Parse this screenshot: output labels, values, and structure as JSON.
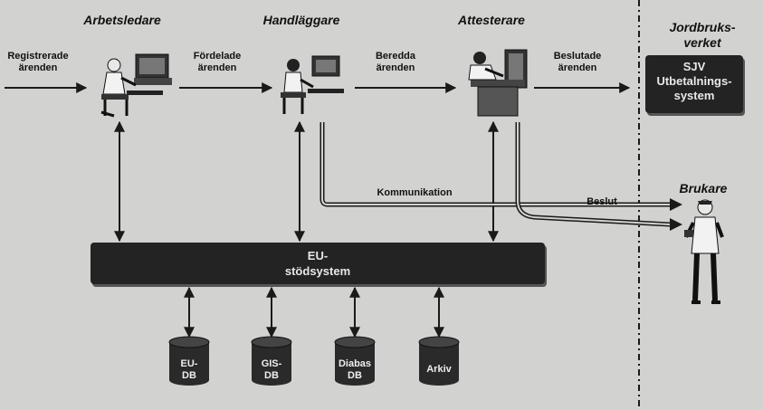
{
  "roles": {
    "arbetsledare": "Arbetsledare",
    "handlaggare": "Handläggare",
    "attesterare": "Attesterare",
    "jordbruksverket": [
      "Jordbruks-",
      "verket"
    ],
    "brukare": "Brukare"
  },
  "flows": {
    "registrerade": [
      "Registrerade",
      "ärenden"
    ],
    "fordelade": [
      "Fördelade",
      "ärenden"
    ],
    "beredda": [
      "Beredda",
      "ärenden"
    ],
    "beslutade": [
      "Beslutade",
      "ärenden"
    ],
    "kommunikation": "Kommunikation",
    "beslut": "Beslut"
  },
  "sjv_box": [
    "SJV",
    "Utbetalnings-",
    "system"
  ],
  "eu_system": [
    "EU-",
    "stödsystem"
  ],
  "databases": [
    {
      "line1": "EU-",
      "line2": "DB"
    },
    {
      "line1": "GIS-",
      "line2": "DB"
    },
    {
      "line1": "Diabas",
      "line2": "DB"
    },
    {
      "line1": "Arkiv",
      "line2": ""
    }
  ],
  "colors": {
    "background": "#d2d2d0",
    "box": "#232323",
    "line": "#1a1a1a"
  }
}
